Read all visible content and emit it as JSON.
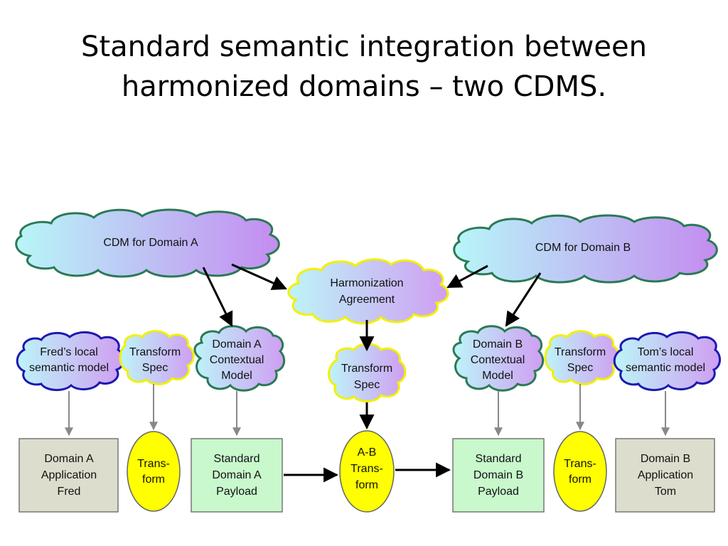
{
  "title": {
    "line1": "Standard semantic integration between",
    "line2": "harmonized domains – two CDMS."
  },
  "colors": {
    "cdm_cloud_fill_left": "#b8f4f8",
    "cdm_cloud_fill_right": "#c48cf0",
    "cdm_cloud_stroke": "#2a7a55",
    "yellow_cloud_stroke": "#f2f000",
    "blue_cloud_stroke": "#1a1ab0",
    "green_cloud_stroke": "#2a7a55",
    "app_box_fill": "#dcddcc",
    "payload_box_fill": "#c8f8cc",
    "transform_ellipse_fill": "#ffff00",
    "box_stroke": "#777777",
    "arrow_black": "#000000",
    "arrow_gray": "#888888"
  },
  "clouds": {
    "cdm_a": [
      "CDM for Domain A"
    ],
    "cdm_b": [
      "CDM for Domain B"
    ],
    "harmonization": [
      "Harmonization",
      "Agreement"
    ],
    "fred_local": [
      "Fred’s local",
      "semantic model"
    ],
    "transform_spec_a": [
      "Transform",
      "Spec"
    ],
    "domain_a_context": [
      "Domain A",
      "Contextual",
      "Model"
    ],
    "transform_spec_center": [
      "Transform",
      "Spec"
    ],
    "domain_b_context": [
      "Domain B",
      "Contextual",
      "Model"
    ],
    "transform_spec_b": [
      "Transform",
      "Spec"
    ],
    "tom_local": [
      "Tom’s local",
      "semantic model"
    ]
  },
  "boxes": {
    "app_a": [
      "Domain A",
      "Application",
      "Fred"
    ],
    "payload_a": [
      "Standard",
      "Domain A",
      "Payload"
    ],
    "payload_b": [
      "Standard",
      "Domain B",
      "Payload"
    ],
    "app_b": [
      "Domain B",
      "Application",
      "Tom"
    ]
  },
  "ellipses": {
    "transform_a": [
      "Trans-",
      "form"
    ],
    "transform_ab": [
      "A-B",
      "Trans-",
      "form"
    ],
    "transform_b": [
      "Trans-",
      "form"
    ]
  }
}
